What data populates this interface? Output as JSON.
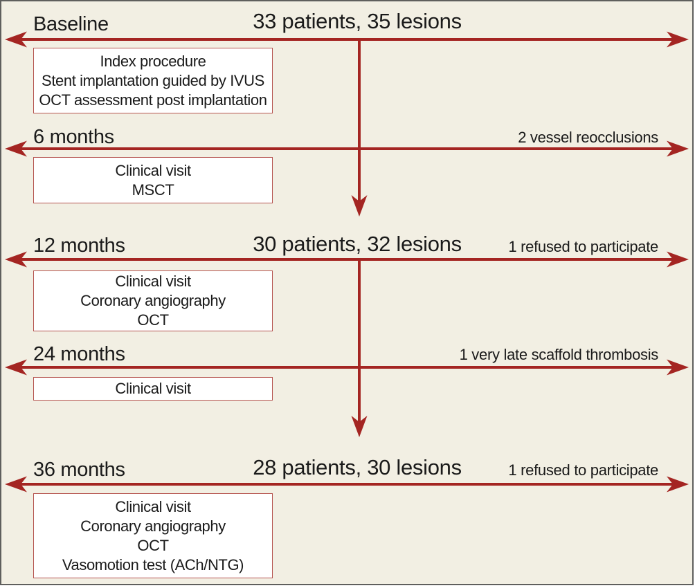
{
  "colors": {
    "arrow_red": "#a42522",
    "box_border": "#b5524e",
    "box_background": "#ffffff",
    "background": "#f2efe3",
    "frame_border": "#5f5f5d",
    "text": "#1a1a1a"
  },
  "rows": [
    {
      "label": "Baseline",
      "count": "33 patients, 35 lesions",
      "event": "",
      "box": [
        "Index procedure",
        "Stent implantation guided by IVUS",
        "OCT assessment post implantation"
      ]
    },
    {
      "label": "6 months",
      "count": "",
      "event": "2 vessel reocclusions",
      "box": [
        "Clinical visit",
        "MSCT"
      ]
    },
    {
      "label": "12 months",
      "count": "30 patients, 32 lesions",
      "event": "1 refused to participate",
      "box": [
        "Clinical visit",
        "Coronary angiography",
        "OCT"
      ]
    },
    {
      "label": "24 months",
      "count": "",
      "event": "1 very late scaffold thrombosis",
      "box": [
        "Clinical visit"
      ]
    },
    {
      "label": "36 months",
      "count": "28 patients, 30 lesions",
      "event": "1 refused to participate",
      "box": [
        "Clinical visit",
        "Coronary angiography",
        "OCT",
        "Vasomotion test (ACh/NTG)"
      ]
    }
  ]
}
